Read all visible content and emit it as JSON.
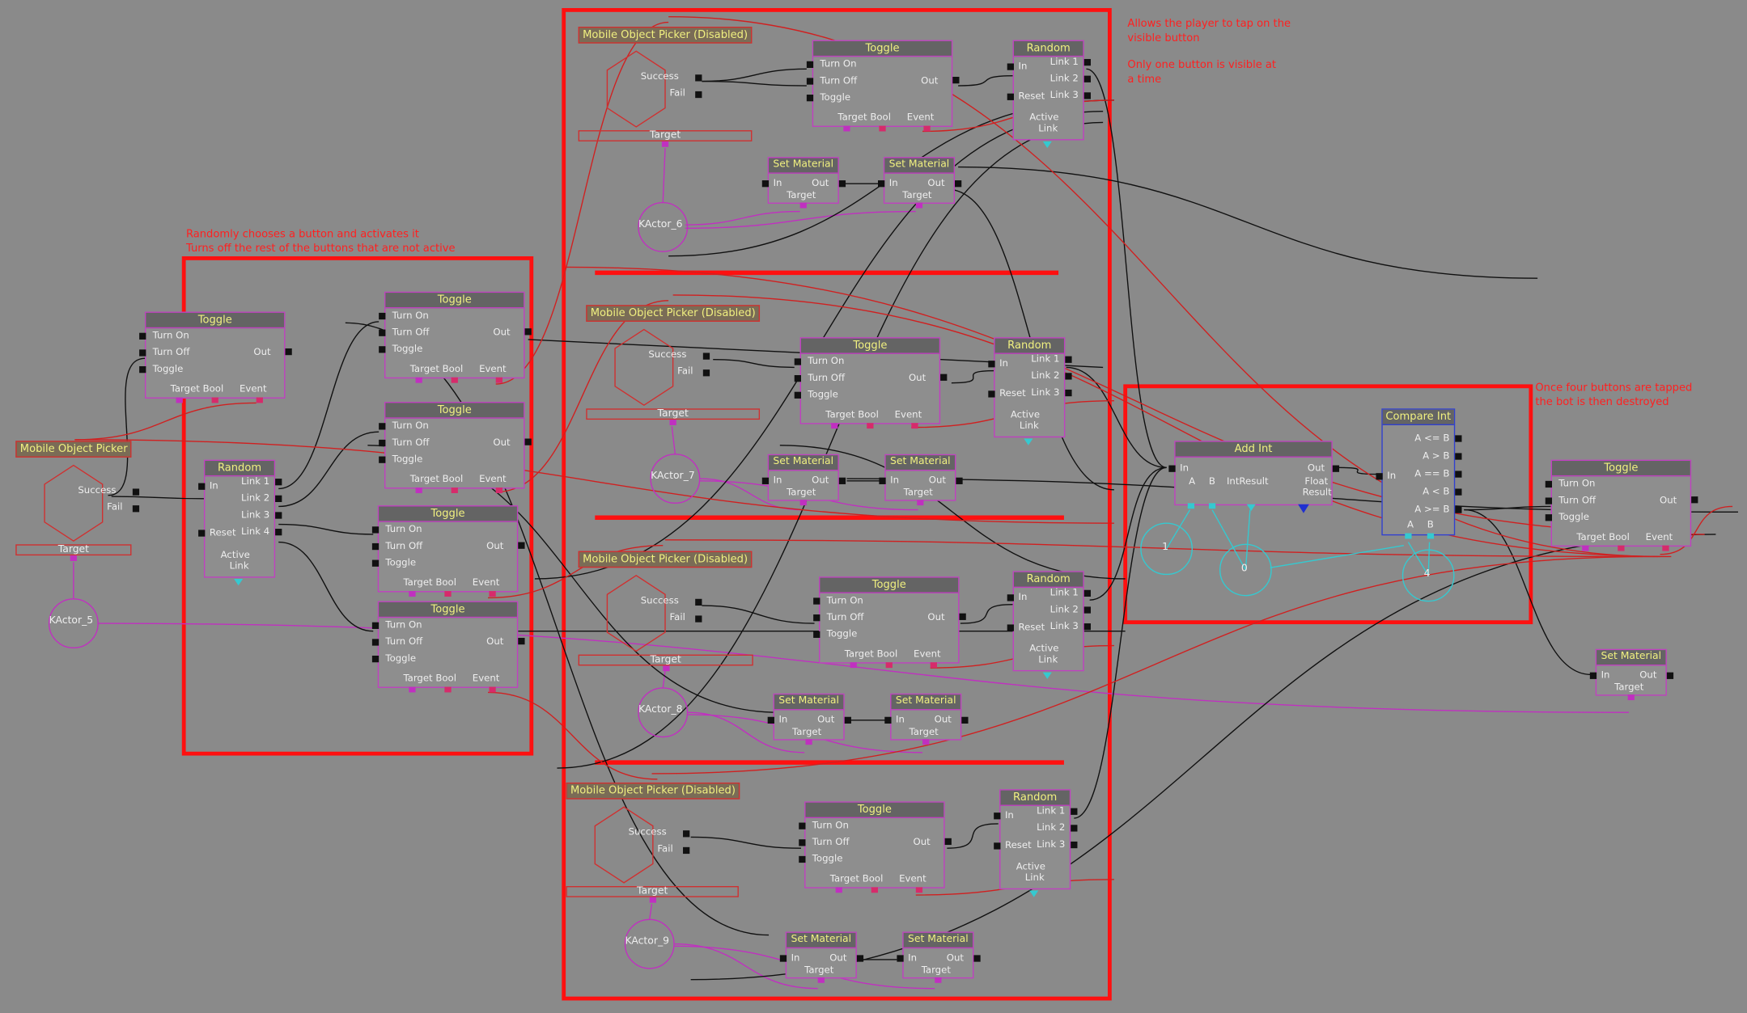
{
  "annotations": {
    "random_note_1": "Randomly chooses a button and activates it",
    "random_note_2": "Turns off the rest of the buttons that are not active",
    "tap_note_1": "Allows the player to tap on the",
    "tap_note_2": "visible button",
    "visible_note_1": "Only one button is visible at",
    "visible_note_2": "a time",
    "destroy_note_1": "Once four buttons are tapped",
    "destroy_note_2": "the bot is then destroyed"
  },
  "node_labels": {
    "toggle": "Toggle",
    "random": "Random",
    "set_material": "Set Material",
    "add_int": "Add Int",
    "compare_int": "Compare Int",
    "mobile_object_picker": "Mobile Object Picker",
    "mobile_object_picker_disabled": "Mobile Object Picker (Disabled)"
  },
  "pins": {
    "turn_on": "Turn On",
    "turn_off": "Turn Off",
    "toggle": "Toggle",
    "out": "Out",
    "in": "In",
    "target": "Target",
    "bool": "Bool",
    "event": "Event",
    "link_1": "Link 1",
    "link_2": "Link 2",
    "link_3": "Link 3",
    "link_4": "Link 4",
    "reset": "Reset",
    "active": "Active",
    "link": "Link",
    "success": "Success",
    "fail": "Fail",
    "a": "A",
    "b": "B",
    "int_result": "IntResult",
    "float": "Float",
    "result": "Result",
    "a_le_b": "A <= B",
    "a_gt_b": "A > B",
    "a_eq_b": "A == B",
    "a_lt_b": "A < B",
    "a_ge_b": "A >= B"
  },
  "actors": {
    "k5": "KActor_5",
    "k6": "KActor_6",
    "k7": "KActor_7",
    "k8": "KActor_8",
    "k9": "KActor_9"
  },
  "int_vars": {
    "one": "1",
    "zero": "0",
    "four": "4"
  },
  "colors": {
    "background": "#8a8a8a",
    "node_border": "#c040c0",
    "title_text": "#f0f080",
    "comment_box": "#ff1010",
    "event_wire": "#d02020",
    "variable_wire": "#c030c0",
    "int_variable": "#35c9d0"
  }
}
